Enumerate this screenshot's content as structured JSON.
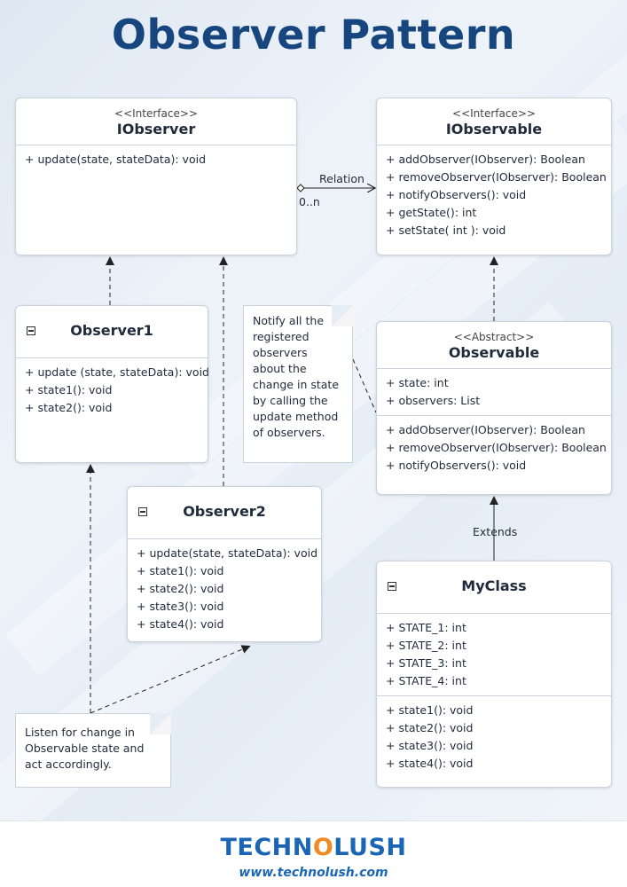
{
  "title": "Observer Pattern",
  "classes": {
    "iobserver": {
      "stereotype": "<<Interface>>",
      "name": "IObserver",
      "methods": [
        "+ update(state, stateData): void"
      ]
    },
    "iobservable": {
      "stereotype": "<<Interface>>",
      "name": "IObservable",
      "methods": [
        "+ addObserver(IObserver): Boolean",
        "+ removeObserver(IObserver): Boolean",
        "+ notifyObservers(): void",
        "+ getState(): int",
        "+ setState( int ): void"
      ]
    },
    "observer1": {
      "name": "Observer1",
      "methods": [
        "+ update (state, stateData): void",
        "+ state1(): void",
        "+ state2(): void"
      ]
    },
    "observer2": {
      "name": "Observer2",
      "methods": [
        "+ update(state, stateData): void",
        "+ state1(): void",
        "+ state2(): void",
        "+ state3(): void",
        "+ state4(): void"
      ]
    },
    "observable": {
      "stereotype": "<<Abstract>>",
      "name": "Observable",
      "attributes": [
        "+ state: int",
        "+ observers: List"
      ],
      "methods": [
        "+ addObserver(IObserver): Boolean",
        "+ removeObserver(IObserver): Boolean",
        "+ notifyObservers(): void"
      ]
    },
    "myclass": {
      "name": "MyClass",
      "attributes": [
        "+ STATE_1: int",
        "+ STATE_2: int",
        "+ STATE_3: int",
        "+ STATE_4: int"
      ],
      "methods": [
        "+ state1(): void",
        "+ state2(): void",
        "+ state3(): void",
        "+ state4(): void"
      ]
    }
  },
  "notes": {
    "notify": [
      "Notify all the",
      "registered",
      "observers",
      "about the",
      "change in state",
      "by calling the",
      "update method",
      "of observers."
    ],
    "listen": [
      "Listen for change in",
      "Observable state and",
      "act accordingly."
    ]
  },
  "relations": {
    "relation_label": "Relation",
    "multiplicity": "0..n",
    "extends_label": "Extends"
  },
  "footer": {
    "logo_part1": "TECHN",
    "logo_accent": "O",
    "logo_part2": "LUSH",
    "url": "www.technolush.com"
  },
  "colors": {
    "title": "#17467f",
    "logo_blue": "#1a66b4",
    "logo_orange": "#f08a24"
  }
}
